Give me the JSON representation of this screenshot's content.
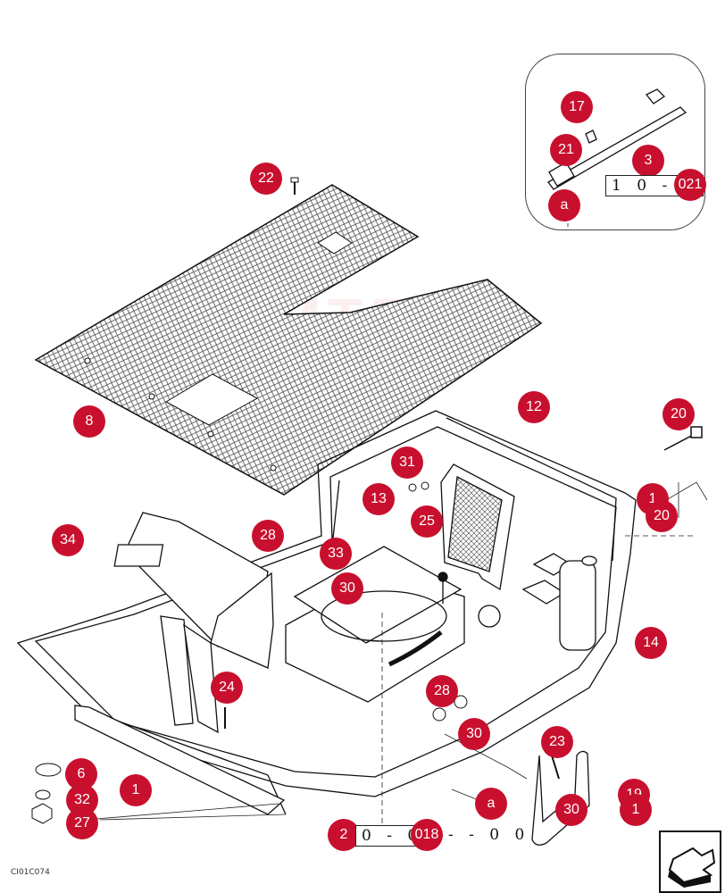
{
  "diagram": {
    "drawing_code": "CI01C074",
    "watermark_text": "IMTEX",
    "callouts": [
      {
        "id": "17",
        "label": "17"
      },
      {
        "id": "21",
        "label": "21"
      },
      {
        "id": "3",
        "label": "3"
      },
      {
        "id": "a-top",
        "label": "a"
      },
      {
        "id": "22",
        "label": "22"
      },
      {
        "id": "8",
        "label": "8"
      },
      {
        "id": "12",
        "label": "12"
      },
      {
        "id": "20-top",
        "label": "20"
      },
      {
        "id": "31",
        "label": "31"
      },
      {
        "id": "13",
        "label": "13"
      },
      {
        "id": "25",
        "label": "25"
      },
      {
        "id": "1-right",
        "label": "1"
      },
      {
        "id": "20-mid",
        "label": "20"
      },
      {
        "id": "34",
        "label": "34"
      },
      {
        "id": "28-top",
        "label": "28"
      },
      {
        "id": "33",
        "label": "33"
      },
      {
        "id": "30-top",
        "label": "30"
      },
      {
        "id": "14",
        "label": "14"
      },
      {
        "id": "24",
        "label": "24"
      },
      {
        "id": "28-mid",
        "label": "28"
      },
      {
        "id": "30-mid",
        "label": "30"
      },
      {
        "id": "23",
        "label": "23"
      },
      {
        "id": "6",
        "label": "6"
      },
      {
        "id": "1-left",
        "label": "1"
      },
      {
        "id": "32",
        "label": "32"
      },
      {
        "id": "27",
        "label": "27"
      },
      {
        "id": "a-bottom",
        "label": "a"
      },
      {
        "id": "19",
        "label": "19"
      },
      {
        "id": "30-bottom",
        "label": "30"
      },
      {
        "id": "1-bottom",
        "label": "1"
      },
      {
        "id": "2",
        "label": "2"
      }
    ],
    "references": {
      "top_prefix": "1 0 - 0",
      "top_suffix": "021",
      "bottom_prefix": "0 - 0",
      "bottom_suffix": "018",
      "bottom_tail": "- - 0 0"
    },
    "colors": {
      "callout": "#c8102e",
      "line": "#222222"
    },
    "nav_icon": "arrow-down-left-icon"
  }
}
